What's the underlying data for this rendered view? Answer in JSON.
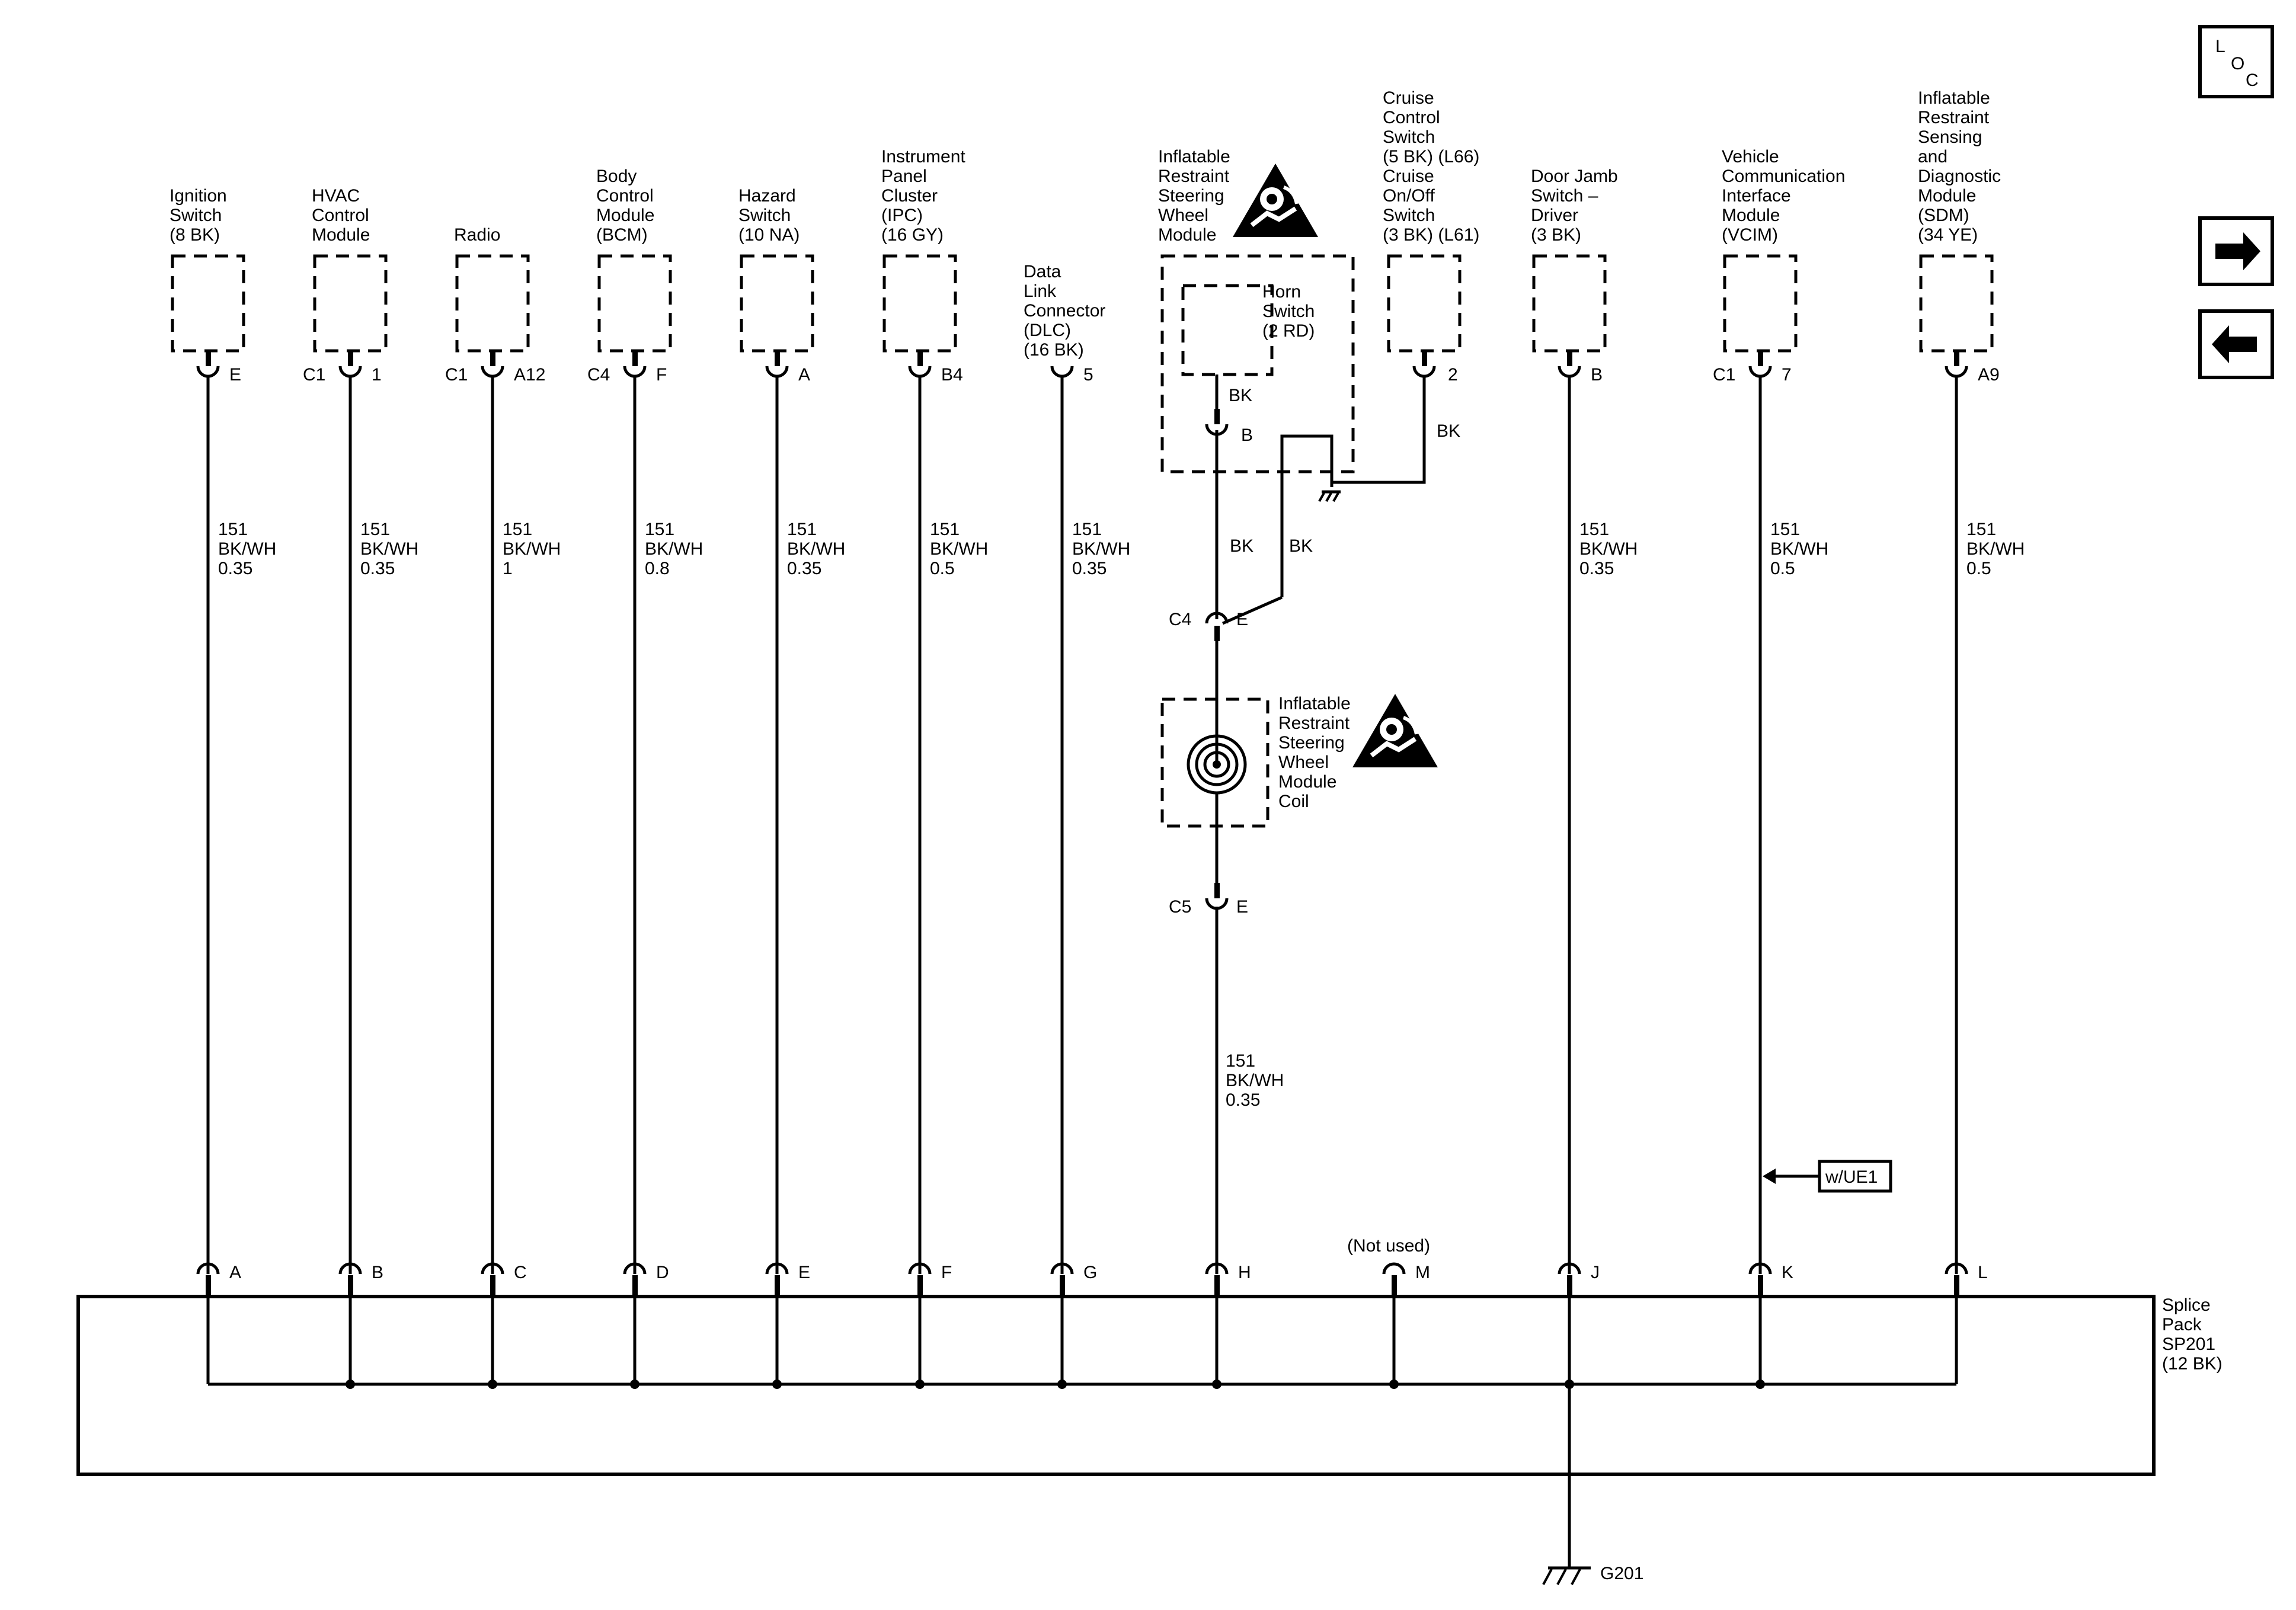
{
  "loc": {
    "l": "L",
    "o": "O",
    "c": "C"
  },
  "components": [
    {
      "id": "ignition",
      "name": [
        "Ignition",
        "Switch",
        "(8 BK)"
      ],
      "connector": "",
      "pin": "E",
      "wire": [
        "151",
        "BK/WH",
        "0.35"
      ]
    },
    {
      "id": "hvac",
      "name": [
        "HVAC",
        "Control",
        "Module"
      ],
      "connector": "C1",
      "pin": "1",
      "wire": [
        "151",
        "BK/WH",
        "0.35"
      ]
    },
    {
      "id": "radio",
      "name": [
        "Radio"
      ],
      "connector": "C1",
      "pin": "A12",
      "wire": [
        "151",
        "BK/WH",
        "1"
      ]
    },
    {
      "id": "bcm",
      "name": [
        "Body",
        "Control",
        "Module",
        "(BCM)"
      ],
      "connector": "C4",
      "pin": "F",
      "wire": [
        "151",
        "BK/WH",
        "0.8"
      ]
    },
    {
      "id": "hazard",
      "name": [
        "Hazard",
        "Switch",
        "(10 NA)"
      ],
      "connector": "",
      "pin": "A",
      "wire": [
        "151",
        "BK/WH",
        "0.35"
      ]
    },
    {
      "id": "ipc",
      "name": [
        "Instrument",
        "Panel",
        "Cluster",
        "(IPC)",
        "(16 GY)"
      ],
      "connector": "",
      "pin": "B4",
      "wire": [
        "151",
        "BK/WH",
        "0.5"
      ]
    },
    {
      "id": "dlc",
      "name": [
        "Data",
        "Link",
        "Connector",
        "(DLC)",
        "(16 BK)"
      ],
      "connector": "",
      "pin": "5",
      "wire": [
        "151",
        "BK/WH",
        "0.35"
      ]
    },
    {
      "id": "door-jamb",
      "name": [
        "Door Jamb",
        "Switch –",
        "Driver",
        "(3 BK)"
      ],
      "connector": "",
      "pin": "B",
      "wire": [
        "151",
        "BK/WH",
        "0.35"
      ]
    },
    {
      "id": "vcim",
      "name": [
        "Vehicle",
        "Communication",
        "Interface",
        "Module",
        "(VCIM)"
      ],
      "connector": "C1",
      "pin": "7",
      "wire": [
        "151",
        "BK/WH",
        "0.5"
      ]
    },
    {
      "id": "sdm",
      "name": [
        "Inflatable",
        "Restraint",
        "Sensing",
        "and",
        "Diagnostic",
        "Module",
        "(SDM)",
        "(34 YE)"
      ],
      "connector": "",
      "pin": "A9",
      "wire": [
        "151",
        "BK/WH",
        "0.5"
      ]
    }
  ],
  "steering": {
    "module_name": [
      "Inflatable",
      "Restraint",
      "Steering",
      "Wheel",
      "Module"
    ],
    "horn_switch": [
      "Horn",
      "Switch",
      "(2 RD)"
    ],
    "horn_wire": "BK",
    "horn_pin": "B",
    "wire_left": "BK",
    "wire_right": "BK",
    "c4_connector": "C4",
    "c4_pin": "E",
    "coil_name": [
      "Inflatable",
      "Restraint",
      "Steering",
      "Wheel",
      "Module",
      "Coil"
    ],
    "c5_connector": "C5",
    "c5_pin": "E",
    "wire": [
      "151",
      "BK/WH",
      "0.35"
    ]
  },
  "cruise": {
    "name": [
      "Cruise",
      "Control",
      "Switch",
      "(5 BK) (L66)",
      "Cruise",
      "On/Off",
      "Switch",
      "(3 BK) (L61)"
    ],
    "pin": "2",
    "wire": "BK"
  },
  "splice": {
    "name": [
      "Splice",
      "Pack",
      "SP201",
      "(12 BK)"
    ],
    "pins": [
      "A",
      "B",
      "C",
      "D",
      "E",
      "F",
      "G",
      "H",
      "M",
      "J",
      "K",
      "L"
    ],
    "not_used": "(Not used)",
    "option_tag": "w/UE1",
    "ground": "G201"
  },
  "nav": {
    "forward": "arrow-right-icon",
    "back": "arrow-left-icon"
  },
  "airbag_icon": "airbag-warning-icon"
}
